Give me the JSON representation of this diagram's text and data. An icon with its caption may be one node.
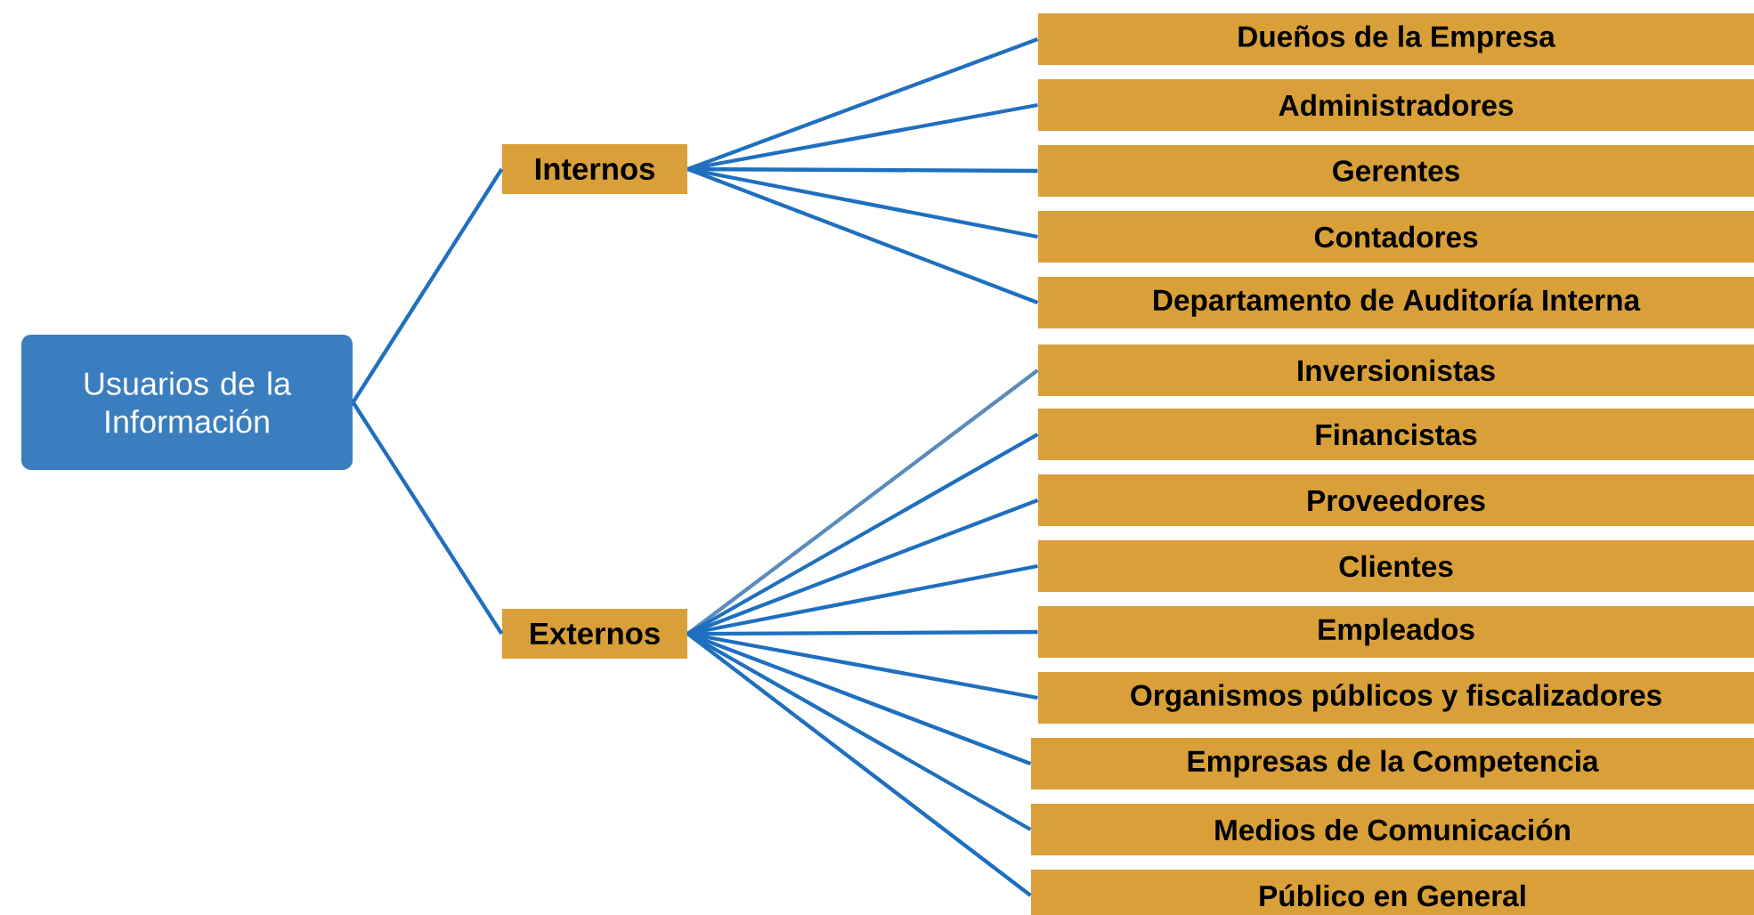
{
  "diagram": {
    "nodes": [
      {
        "text": [
          "Usuarios de la Información"
        ]
      },
      {
        "text": [
          "Internos"
        ]
      },
      {
        "text": [
          "Externos"
        ]
      },
      {
        "text": [
          "Dueños de la Empresa"
        ]
      },
      {
        "text": [
          "Administradores"
        ]
      },
      {
        "text": [
          "Gerentes"
        ]
      },
      {
        "text": [
          "Contadores"
        ]
      },
      {
        "text": [
          "Departamento de Auditoría Interna"
        ]
      },
      {
        "text": [
          "Inversionistas"
        ]
      },
      {
        "text": [
          "Financistas"
        ]
      },
      {
        "text": [
          "Proveedores"
        ]
      },
      {
        "text": [
          "Clientes"
        ]
      },
      {
        "text": [
          "Empleados"
        ]
      },
      {
        "text": [
          "Organismos públicos y fiscalizadores"
        ]
      },
      {
        "text": [
          "Empresas de la Competencia"
        ]
      },
      {
        "text": [
          "Medios de Comunicación"
        ]
      },
      {
        "text": [
          "Público en General"
        ]
      }
    ],
    "edges": [
      {
        "from": 0,
        "to": 1,
        "arrow": "none"
      },
      {
        "from": 0,
        "to": 2,
        "arrow": "none"
      },
      {
        "from": 1,
        "to": 3,
        "arrow": "none"
      },
      {
        "from": 1,
        "to": 4,
        "arrow": "none"
      },
      {
        "from": 1,
        "to": 5,
        "arrow": "none"
      },
      {
        "from": 1,
        "to": 6,
        "arrow": "none"
      },
      {
        "from": 1,
        "to": 7,
        "arrow": "none"
      },
      {
        "from": 2,
        "to": 8,
        "arrow": "none",
        "color": "#5a8cba"
      },
      {
        "from": 2,
        "to": 9,
        "arrow": "none"
      },
      {
        "from": 2,
        "to": 10,
        "arrow": "none"
      },
      {
        "from": 2,
        "to": 11,
        "arrow": "none"
      },
      {
        "from": 2,
        "to": 12,
        "arrow": "none"
      },
      {
        "from": 2,
        "to": 13,
        "arrow": "none"
      },
      {
        "from": 2,
        "to": 14,
        "arrow": "none"
      },
      {
        "from": 2,
        "to": 15,
        "arrow": "none"
      },
      {
        "from": 2,
        "to": 16,
        "arrow": "none"
      }
    ]
  }
}
